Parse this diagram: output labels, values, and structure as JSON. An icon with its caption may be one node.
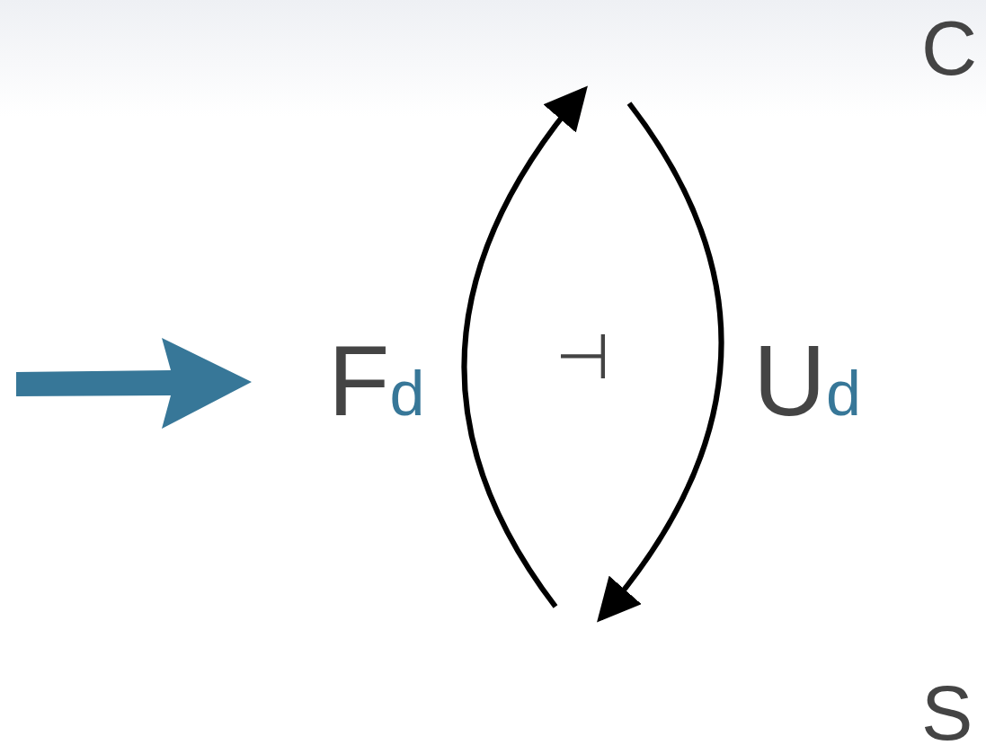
{
  "diagram": {
    "labels": [
      "C",
      "F$_{d}$",
      "⊣",
      "U$_{d}$",
      "S"
    ]
  }
}
